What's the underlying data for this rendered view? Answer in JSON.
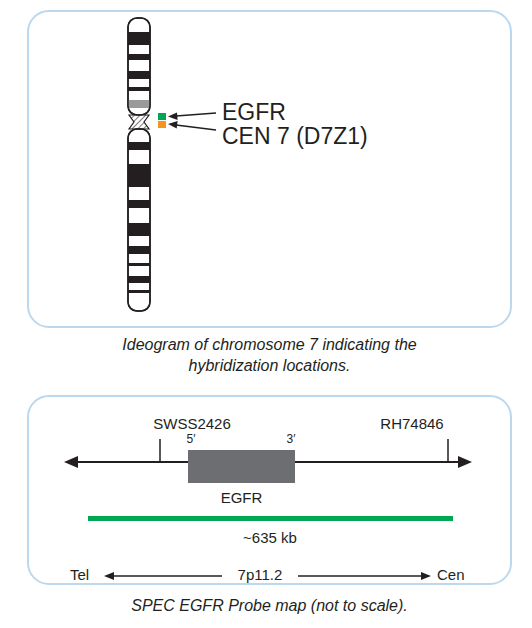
{
  "diagram": {
    "nodes": [
      {
        "text": [
          "Ideogram of chromosome 7 indicating the hybridization locations."
        ]
      },
      {
        "text": [
          "SPEC EGFR Probe map (not to scale)."
        ]
      },
      {
        "text": [
          "EGFR"
        ],
        "in": 1
      }
    ],
    "labels": [
      "EGFR",
      "CEN 7 (D7Z1)",
      "SWSS2426",
      "5′",
      "3′",
      "RH74846",
      "~635 kb",
      "Tel",
      "7p11.2",
      "Cen"
    ]
  }
}
